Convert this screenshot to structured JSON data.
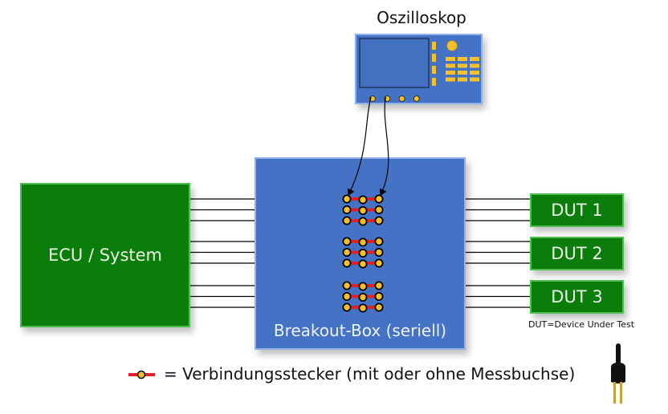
{
  "oscilloscope": {
    "title": "Oszilloskop",
    "port_count": 4,
    "probed_ports": 2
  },
  "ecu": {
    "label": "ECU / System"
  },
  "breakout_box": {
    "label": "Breakout-Box (seriell)",
    "connector_groups": 3,
    "lines_per_group": 3,
    "sockets_per_line": 3
  },
  "duts": [
    {
      "label": "DUT 1"
    },
    {
      "label": "DUT 2"
    },
    {
      "label": "DUT 3"
    }
  ],
  "dut_note": "DUT=Device Under Test",
  "legend": {
    "text": "= Verbindungsstecker (mit oder ohne Messbuchse)",
    "symbol": "connector-symbol"
  },
  "colors": {
    "green": "#0a7d0a",
    "blue": "#4472c4",
    "connector_bar": "#e0202a",
    "socket": "#f5c02a"
  }
}
